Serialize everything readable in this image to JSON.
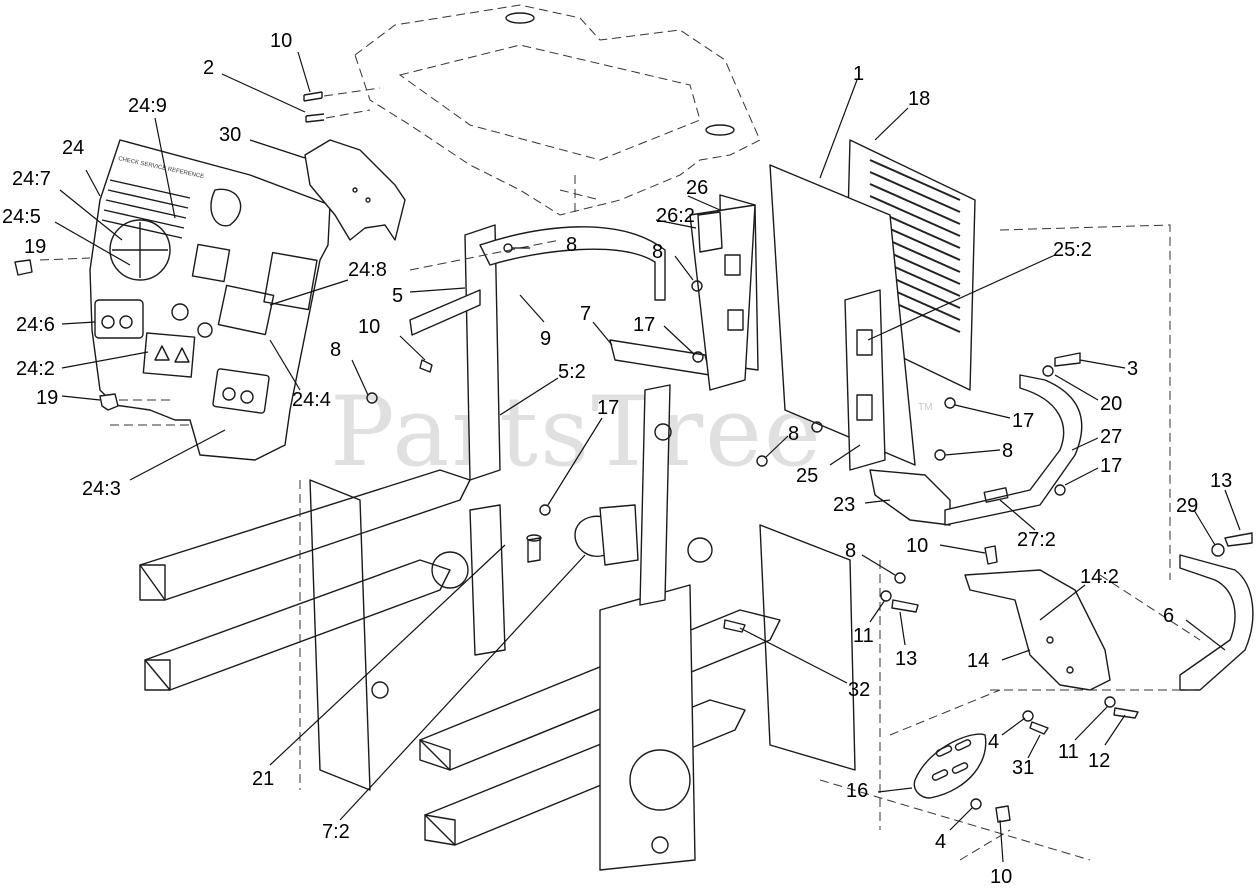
{
  "watermark": {
    "text": "PartsTree",
    "trademark": "TM"
  },
  "callouts": [
    "10",
    "2",
    "24:9",
    "24",
    "30",
    "24:7",
    "24:5",
    "19",
    "24:8",
    "24:6",
    "24:2",
    "19",
    "24:4",
    "24:3",
    "1",
    "18",
    "26",
    "26:2",
    "8",
    "8",
    "5",
    "9",
    "10",
    "7",
    "17",
    "8",
    "5:2",
    "17",
    "8",
    "25:2",
    "3",
    "20",
    "17",
    "8",
    "27",
    "17",
    "13",
    "29",
    "25",
    "23",
    "27:2",
    "10",
    "14:2",
    "8",
    "6",
    "11",
    "13",
    "14",
    "32",
    "4",
    "31",
    "11",
    "12",
    "16",
    "4",
    "10",
    "21",
    "7:2"
  ]
}
